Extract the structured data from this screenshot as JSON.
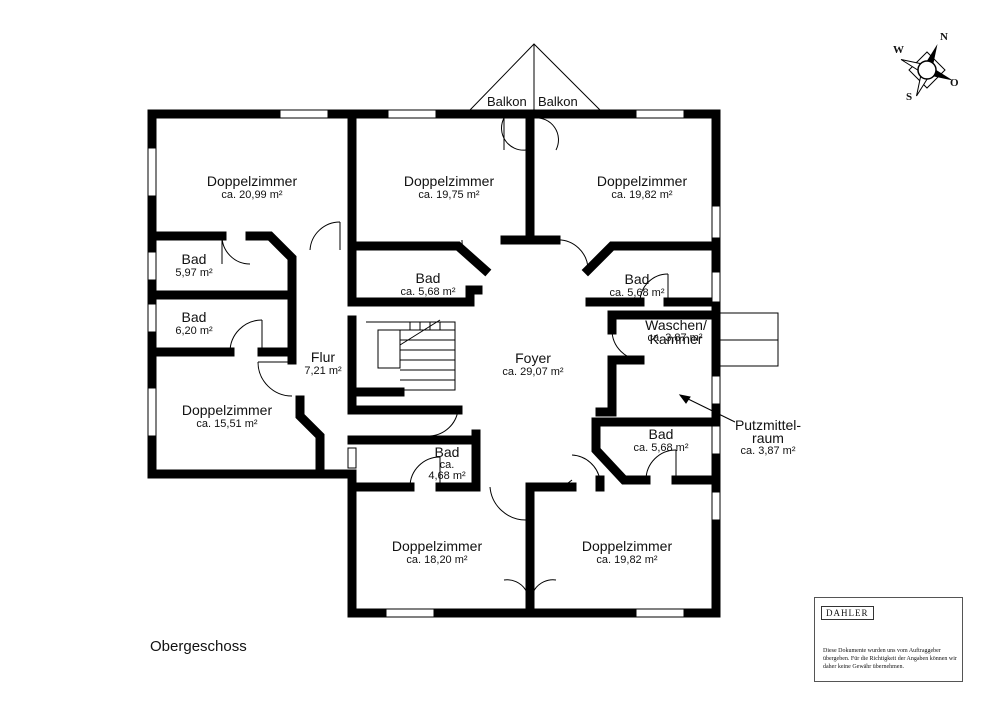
{
  "floor_title": "Obergeschoss",
  "rooms": [
    {
      "id": "dz-nw",
      "name": "Doppelzimmer",
      "area": "ca. 20,99 m²"
    },
    {
      "id": "dz-n",
      "name": "Doppelzimmer",
      "area": "ca. 19,75 m²"
    },
    {
      "id": "dz-ne",
      "name": "Doppelzimmer",
      "area": "ca. 19,82 m²"
    },
    {
      "id": "bad-1",
      "name": "Bad",
      "area": "5,97 m²"
    },
    {
      "id": "bad-2",
      "name": "Bad",
      "area": "6,20 m²"
    },
    {
      "id": "bad-3",
      "name": "Bad",
      "area": "ca. 5,68 m²"
    },
    {
      "id": "bad-4",
      "name": "Bad",
      "area": "ca. 5,68 m²"
    },
    {
      "id": "flur",
      "name": "Flur",
      "area": "7,21 m²"
    },
    {
      "id": "foyer",
      "name": "Foyer",
      "area": "ca. 29,07 m²"
    },
    {
      "id": "waschen",
      "name": "Waschen/\nKammer",
      "area": "ca. 3,87 m²"
    },
    {
      "id": "dz-w",
      "name": "Doppelzimmer",
      "area": "ca. 15,51 m²"
    },
    {
      "id": "bad-5",
      "name": "Bad",
      "area": "ca. 5,68 m²"
    },
    {
      "id": "bad-6",
      "name": "Bad",
      "area_line1": "ca.",
      "area": "4,68 m²"
    },
    {
      "id": "dz-s",
      "name": "Doppelzimmer",
      "area": "ca. 18,20 m²"
    },
    {
      "id": "dz-se",
      "name": "Doppelzimmer",
      "area": "ca. 19,82 m²"
    }
  ],
  "balconies": [
    "Balkon",
    "Balkon"
  ],
  "putzmittel": {
    "line1": "Putzmittel-",
    "line2": "raum",
    "area": "ca. 3,87 m²"
  },
  "compass": {
    "n": "N",
    "s": "S",
    "w": "W",
    "o": "O"
  },
  "info_card": {
    "logo": "DAHLER",
    "disclaimer": "Diese Dokumente wurden uns vom Auftraggeber übergeben. Für die Richtigkeit der Angaben können wir daher keine Gewähr übernehmen."
  }
}
